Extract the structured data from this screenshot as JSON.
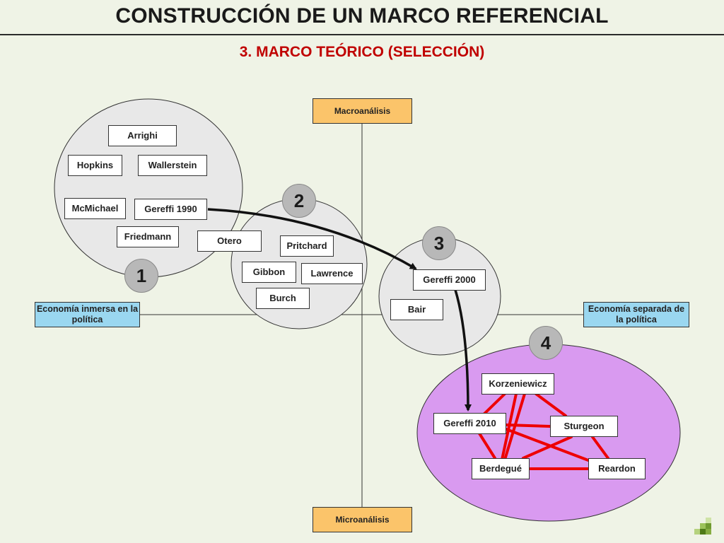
{
  "title": "CONSTRUCCIÓN DE UN MARCO REFERENCIAL",
  "subtitle": "3. MARCO TEÓRICO (SELECCIÓN)",
  "axes": {
    "top": "Macroanálisis",
    "bottom": "Microanálisis",
    "left": "Economía inmersa en la política",
    "right": "Economía separada de la política"
  },
  "groups": {
    "g1": {
      "number": "1",
      "color": "#e8e8e8",
      "authors": {
        "arrighi": "Arrighi",
        "hopkins": "Hopkins",
        "wallerstein": "Wallerstein",
        "mcmichael": "McMichael",
        "gereffi1990": "Gereffi 1990",
        "friedmann": "Friedmann"
      }
    },
    "g2": {
      "number": "2",
      "color": "#e8e8e8",
      "authors": {
        "otero": "Otero",
        "pritchard": "Pritchard",
        "gibbon": "Gibbon",
        "lawrence": "Lawrence",
        "burch": "Burch"
      }
    },
    "g3": {
      "number": "3",
      "color": "#e8e8e8",
      "authors": {
        "gereffi2000": "Gereffi 2000",
        "bair": "Bair"
      }
    },
    "g4": {
      "number": "4",
      "color": "#d99af0",
      "authors": {
        "korzeniewicz": "Korzeniewicz",
        "gereffi2010": "Gereffi 2010",
        "sturgeon": "Sturgeon",
        "berdegue": "Berdegué",
        "reardon": "Reardon"
      }
    }
  },
  "colors": {
    "axis_top_bottom": "#fbc46a",
    "axis_left_right": "#9ad7f0",
    "connector_red": "#ee0000",
    "arrow": "#111111"
  }
}
